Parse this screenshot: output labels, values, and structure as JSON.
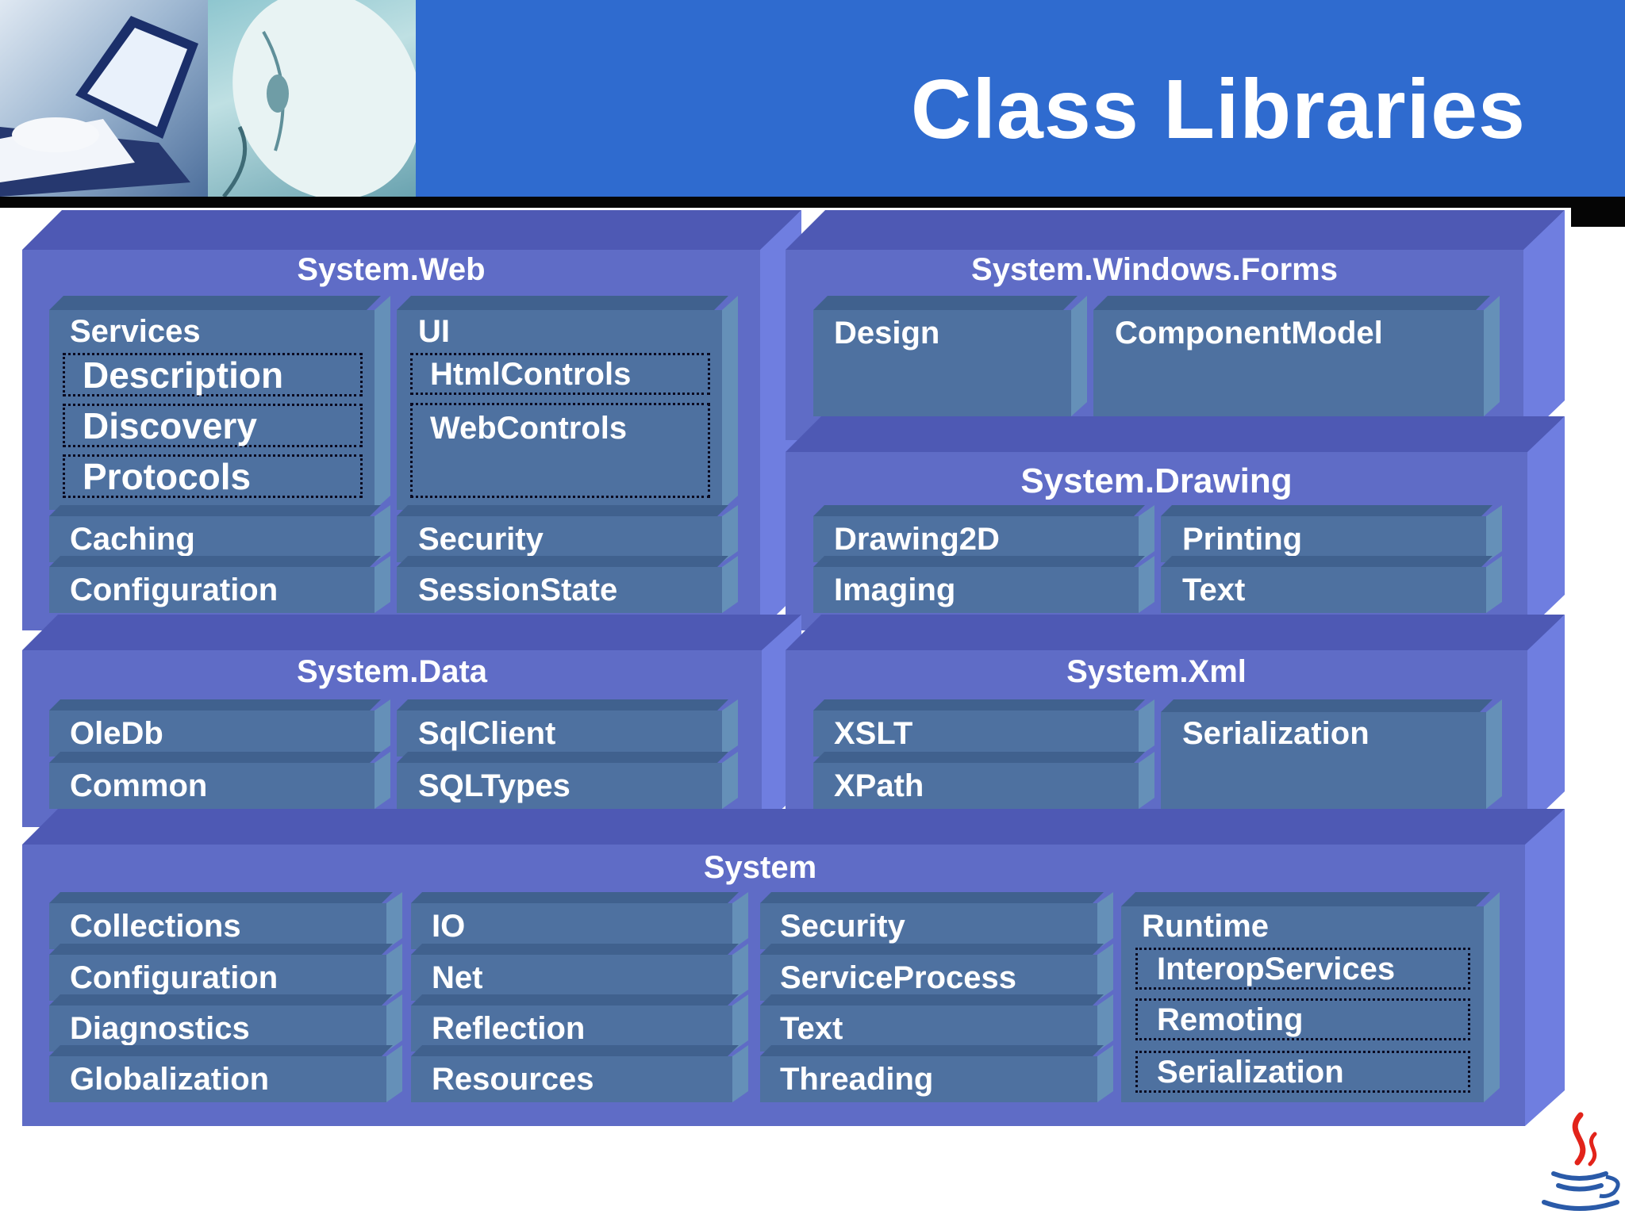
{
  "title": "Class Libraries",
  "colors": {
    "header": "#2f6bcf",
    "panel": "#5f6cc6",
    "cell": "#4e71a0",
    "text": "#ffffff"
  },
  "icons": {
    "header_photo_1": "laptop-photo",
    "header_photo_2": "computer-mouse-photo",
    "corner_logo": "java-coffee-cup-logo"
  },
  "web": {
    "title": "System.Web",
    "services": "Services",
    "description": "Description",
    "discovery": "Discovery",
    "protocols": "Protocols",
    "ui": "UI",
    "htmlcontrols": "HtmlControls",
    "webcontrols": "WebControls",
    "caching": "Caching",
    "configuration": "Configuration",
    "security": "Security",
    "sessionstate": "SessionState"
  },
  "forms": {
    "title": "System.Windows.Forms",
    "design": "Design",
    "componentmodel": "ComponentModel"
  },
  "drawing": {
    "title": "System.Drawing",
    "drawing2d": "Drawing2D",
    "imaging": "Imaging",
    "printing": "Printing",
    "text": "Text"
  },
  "data": {
    "title": "System.Data",
    "oledb": "OleDb",
    "common": "Common",
    "sqlclient": "SqlClient",
    "sqltypes": "SQLTypes"
  },
  "xml": {
    "title": "System.Xml",
    "xslt": "XSLT",
    "xpath": "XPath",
    "serialization": "Serialization"
  },
  "system": {
    "title": "System",
    "collections": "Collections",
    "configuration": "Configuration",
    "diagnostics": "Diagnostics",
    "globalization": "Globalization",
    "io": "IO",
    "net": "Net",
    "reflection": "Reflection",
    "resources": "Resources",
    "security": "Security",
    "serviceprocess": "ServiceProcess",
    "text": "Text",
    "threading": "Threading",
    "runtime": "Runtime",
    "interopservices": "InteropServices",
    "remoting": "Remoting",
    "serialization": "Serialization"
  }
}
